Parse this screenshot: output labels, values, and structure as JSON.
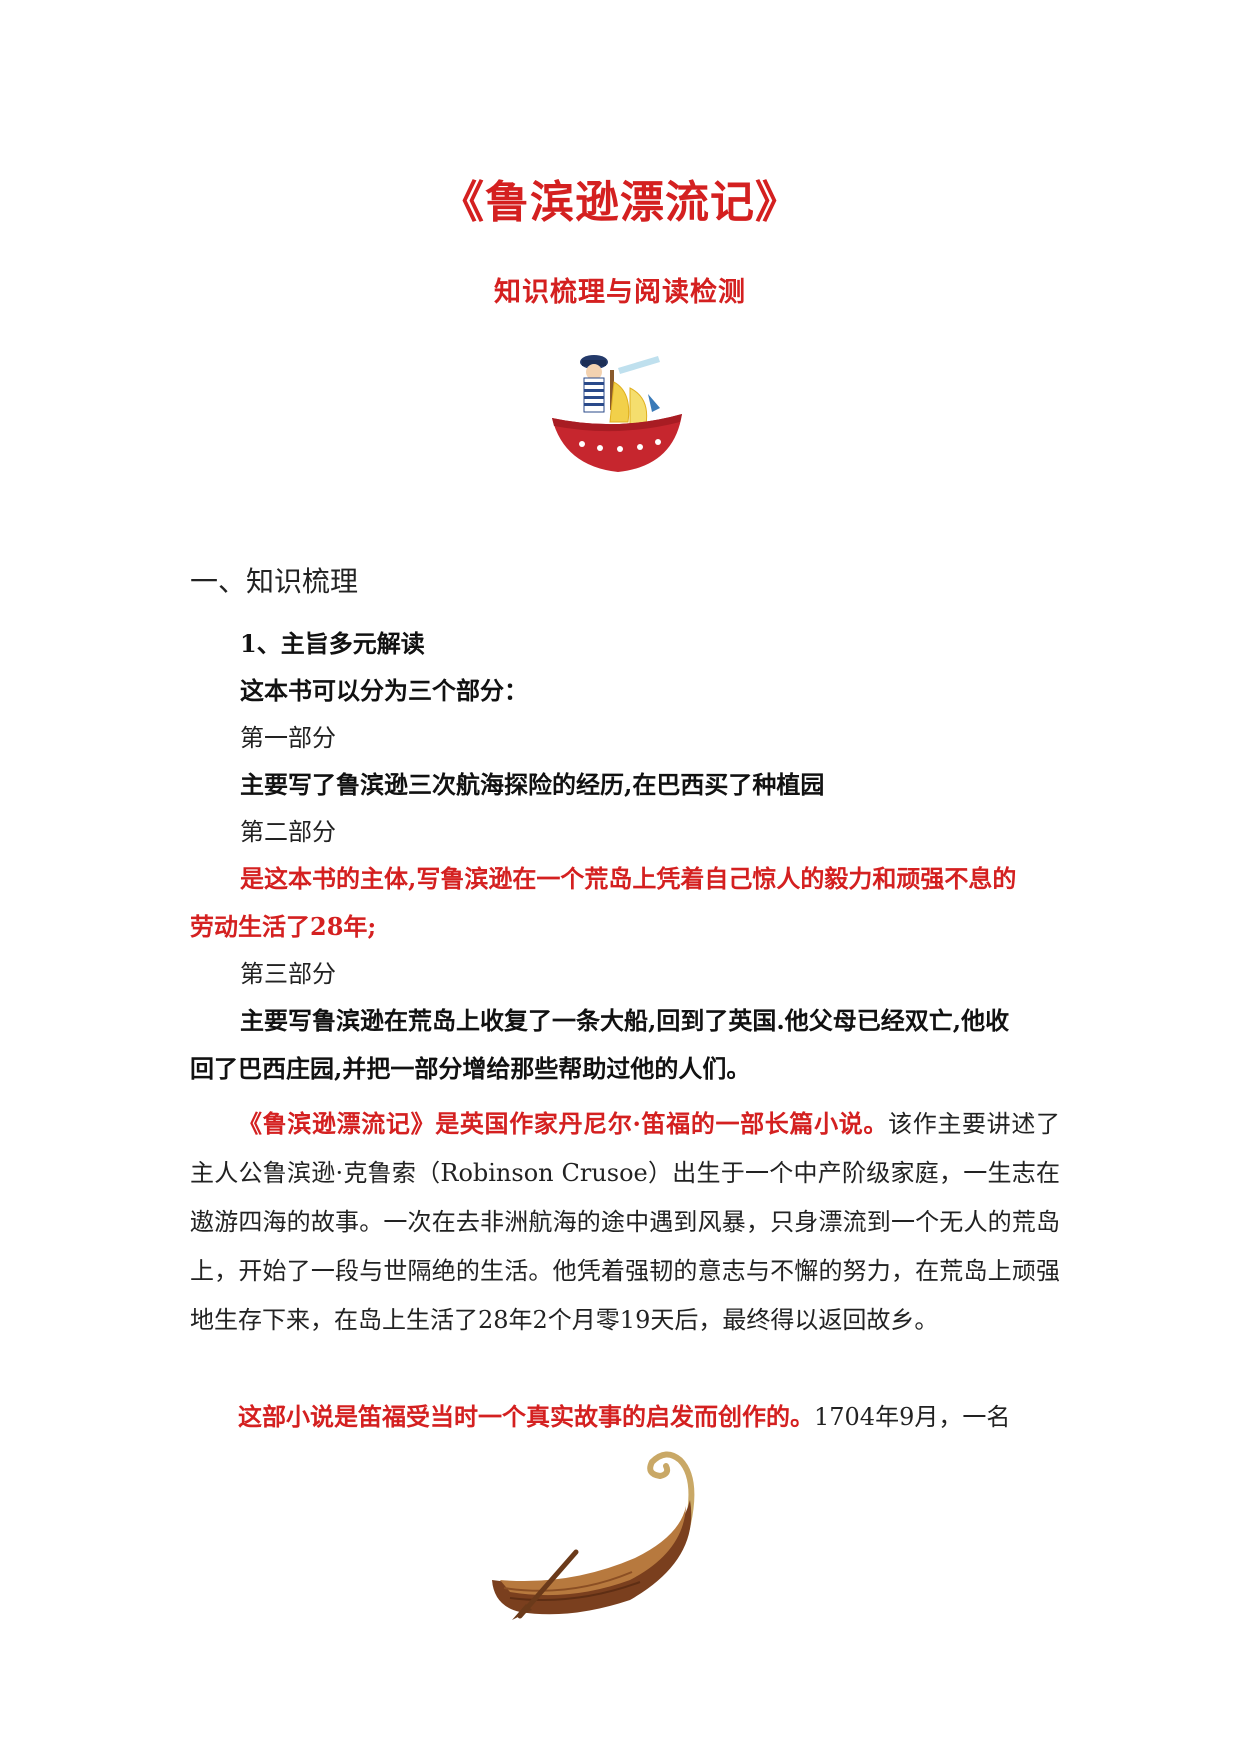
{
  "title": "《鲁滨逊漂流记》",
  "subtitle": "知识梳理与阅读检测",
  "section1": {
    "heading": "一、知识梳理",
    "item_heading": "1、主旨多元解读",
    "intro": "这本书可以分为三个部分：",
    "part1_label": "第一部分",
    "part1_text": "主要写了鲁滨逊三次航海探险的经历,在巴西买了种植园",
    "part2_label": "第二部分",
    "part2_text_line1": "是这本书的主体,写鲁滨逊在一个荒岛上凭着自己惊人的毅力和顽强不息的",
    "part2_text_line2": "劳动生活了28年;",
    "part3_label": "第三部分",
    "part3_text_line1": "主要写鲁滨逊在荒岛上收复了一条大船,回到了英国.他父母已经双亡,他收",
    "part3_text_line2": "回了巴西庄园,并把一部分增给那些帮助过他的人们。",
    "para1_red": "《鲁滨逊漂流记》是英国作家丹尼尔·笛福的一部长篇小说。",
    "para1_rest": "该作主要讲述了主人公鲁滨逊·克鲁索（Robinson Crusoe）出生于一个中产阶级家庭，一生志在遨游四海的故事。一次在去非洲航海的途中遇到风暴，只身漂流到一个无人的荒岛上，开始了一段与世隔绝的生活。他凭着强韧的意志与不懈的努力，在荒岛上顽强地生存下来，在岛上生活了28年2个月零19天后，最终得以返回故乡。",
    "para2_red": "这部小说是笛福受当时一个真实故事的启发而创作的。",
    "para2_rest": "1704年9月，一名"
  },
  "colors": {
    "accent_red": "#d42020",
    "text": "#1a1a1a"
  },
  "icons": [
    "ship-illustration",
    "rowboat-illustration"
  ]
}
